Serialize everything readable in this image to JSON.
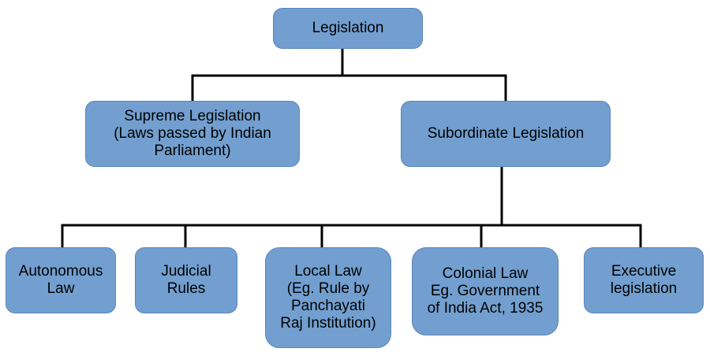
{
  "diagram": {
    "root": {
      "label": "Legislation"
    },
    "level1": [
      {
        "label": "Supreme Legislation\n(Laws passed by Indian\nParliament)"
      },
      {
        "label": "Subordinate Legislation"
      }
    ],
    "level2": [
      {
        "label": "Autonomous\nLaw"
      },
      {
        "label": "Judicial\nRules"
      },
      {
        "label": "Local Law\n(Eg. Rule by\nPanchayati\nRaj Institution)"
      },
      {
        "label": "Colonial Law\nEg. Government\nof India Act, 1935"
      },
      {
        "label": "Executive\nlegislation"
      }
    ]
  }
}
